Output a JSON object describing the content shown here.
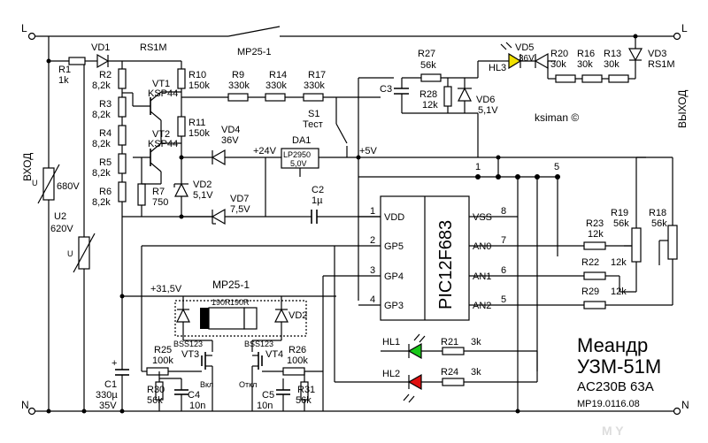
{
  "rails": {
    "left_top": "L",
    "left_bottom": "N",
    "right_top": "L",
    "right_bottom": "N"
  },
  "side_labels": {
    "input": "ВХОД",
    "output": "ВЫХОД"
  },
  "resistors": {
    "R1": {
      "ref": "R1",
      "val": "1k"
    },
    "R2": {
      "ref": "R2",
      "val": "8,2k"
    },
    "R3": {
      "ref": "R3",
      "val": "8,2k"
    },
    "R4": {
      "ref": "R4",
      "val": "8,2k"
    },
    "R5": {
      "ref": "R5",
      "val": "8,2k"
    },
    "R6": {
      "ref": "R6",
      "val": "8,2k"
    },
    "R7": {
      "ref": "R7",
      "val": "750"
    },
    "R9": {
      "ref": "R9",
      "val": "330k"
    },
    "R10": {
      "ref": "R10",
      "val": "150k"
    },
    "R11": {
      "ref": "R11",
      "val": "150k"
    },
    "R13": {
      "ref": "R13",
      "val": "30k"
    },
    "R14": {
      "ref": "R14",
      "val": "330k"
    },
    "R16": {
      "ref": "R16",
      "val": "30k"
    },
    "R17": {
      "ref": "R17",
      "val": "330k"
    },
    "R18": {
      "ref": "R18",
      "val": "56k"
    },
    "R19": {
      "ref": "R19",
      "val": "56k"
    },
    "R20": {
      "ref": "R20",
      "val": "30k"
    },
    "R21": {
      "ref": "R21",
      "val": "3k"
    },
    "R22": {
      "ref": "R22",
      "val": "12k"
    },
    "R23": {
      "ref": "R23",
      "val": "12k"
    },
    "R24": {
      "ref": "R24",
      "val": "3k"
    },
    "R25": {
      "ref": "R25",
      "val": "100k"
    },
    "R26": {
      "ref": "R26",
      "val": "100k"
    },
    "R27": {
      "ref": "R27",
      "val": "56k"
    },
    "R28": {
      "ref": "R28",
      "val": "12k"
    },
    "R29": {
      "ref": "R29",
      "val": "12k"
    },
    "R30": {
      "ref": "R30",
      "val": "56k"
    },
    "R31": {
      "ref": "R31",
      "val": "56k"
    }
  },
  "diodes": {
    "VD1": "VD1",
    "RS1M": "RS1M",
    "VD2": {
      "ref": "VD2",
      "val": "5,1V"
    },
    "VD3": {
      "ref": "VD3",
      "val": "RS1M"
    },
    "VD4": {
      "ref": "VD4",
      "val": "36V"
    },
    "VD5": {
      "ref": "VD5",
      "val": "36V"
    },
    "VD6": {
      "ref": "VD6",
      "val": "5,1V"
    },
    "VD7": {
      "ref": "VD7",
      "val": "7,5V"
    },
    "VD2b": "VD2"
  },
  "transistors": {
    "VT1": {
      "ref": "VT1",
      "val": "KSP44"
    },
    "VT2": {
      "ref": "VT2",
      "val": "KSP44"
    },
    "VT3": {
      "ref": "VT3",
      "type": "BSS123",
      "note": "Вкл"
    },
    "VT4": {
      "ref": "VT4",
      "type": "BSS123",
      "note": "Откл"
    }
  },
  "varistors": {
    "U1": {
      "val": "680V"
    },
    "U2": {
      "ref": "U2",
      "val": "620V"
    },
    "u": "U"
  },
  "caps": {
    "C1": {
      "ref": "C1",
      "val": "330µ",
      "v": "35V"
    },
    "C2": {
      "ref": "C2",
      "val": "1µ"
    },
    "C3": {
      "ref": "C3"
    },
    "C4": {
      "ref": "C4",
      "val": "10n"
    },
    "C5": {
      "ref": "C5",
      "val": "10n"
    },
    "plus": "+"
  },
  "regulator": {
    "ref": "DA1",
    "type": "LP2950",
    "vout": "5,0V"
  },
  "rails_voltage": {
    "v24": "+24V",
    "v5": "+5V",
    "v315": "+31,5V"
  },
  "relay": {
    "ref": "MP25-1",
    "contact": "MP25-1",
    "coil1": "190R",
    "coil2": "190R"
  },
  "switch": {
    "ref": "S1",
    "label": "Тест"
  },
  "leds": {
    "HL1": "HL1",
    "HL2": "HL2",
    "HL3": "HL3"
  },
  "mcu": {
    "name": "PIC12F683",
    "pins": [
      {
        "num": "1",
        "name": "VDD"
      },
      {
        "num": "2",
        "name": "GP5"
      },
      {
        "num": "3",
        "name": "GP4"
      },
      {
        "num": "4",
        "name": "GP3"
      },
      {
        "num": "8",
        "name": "VSS"
      },
      {
        "num": "7",
        "name": "AN0"
      },
      {
        "num": "6",
        "name": "AN1"
      },
      {
        "num": "5",
        "name": "AN2"
      }
    ]
  },
  "header_pins": {
    "p1": "1",
    "p5": "5"
  },
  "author": "ksiman ©",
  "title": {
    "line1": "Меандр",
    "line2": "УЗМ-51М",
    "line3": "AC230B 63A",
    "line4": "MP19.0116.08"
  },
  "watermark": "M Y",
  "colors": {
    "led_green": "#19c819",
    "led_red": "#e01010",
    "led_yellow": "#f0e000",
    "relay_black": "#000000"
  }
}
